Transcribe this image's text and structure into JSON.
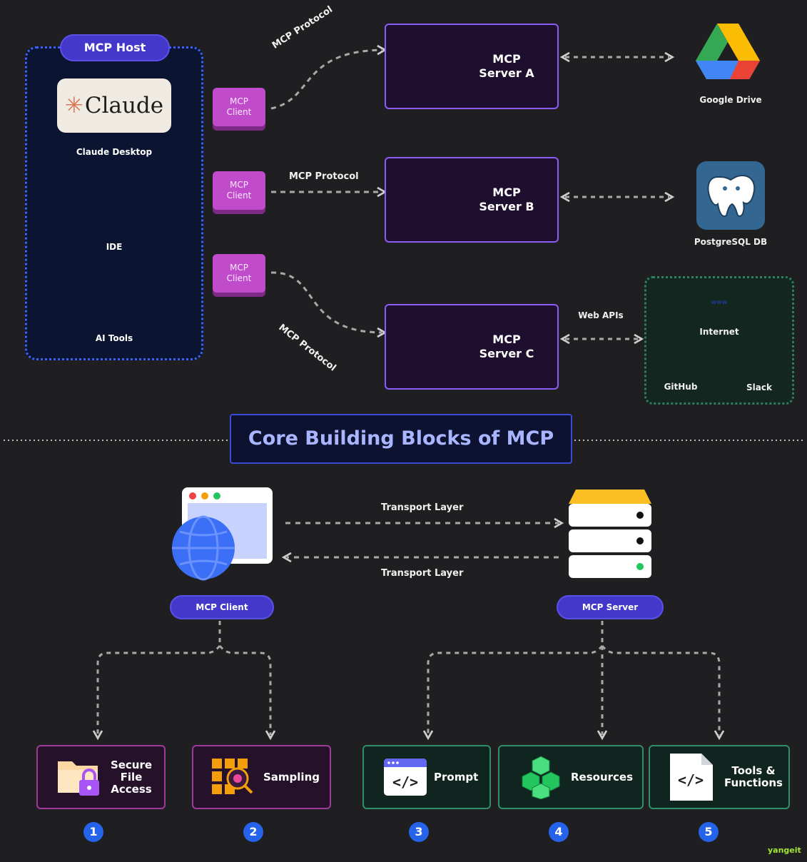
{
  "host": {
    "title": "MCP Host",
    "claude_logo": "Claude",
    "claude_desktop": "Claude Desktop",
    "ide": "IDE",
    "ai_tools": "AI Tools"
  },
  "clients": [
    "MCP\nClient",
    "MCP\nClient",
    "MCP\nClient"
  ],
  "protocol_labels": [
    "MCP Protocol",
    "MCP Protocol",
    "MCP Protocol"
  ],
  "servers": [
    "MCP\nServer A",
    "MCP\nServer B",
    "MCP\nServer C"
  ],
  "external": {
    "google_drive": "Google Drive",
    "postgres": "PostgreSQL DB",
    "web_apis": "Web APIs",
    "internet": "Internet",
    "github": "GitHub",
    "slack": "Slack",
    "www": "www"
  },
  "core_title": "Core Building Blocks of MCP",
  "transport": [
    "Transport Layer",
    "Transport Layer"
  ],
  "client_pill": "MCP Client",
  "server_pill": "MCP Server",
  "blocks": [
    {
      "label": "Secure\nFile\nAccess",
      "num": "1"
    },
    {
      "label": "Sampling",
      "num": "2"
    },
    {
      "label": "Prompt",
      "num": "3"
    },
    {
      "label": "Resources",
      "num": "4"
    },
    {
      "label": "Tools &\nFunctions",
      "num": "5"
    }
  ],
  "credit": "yangeit",
  "colors": {
    "background": "#1f1f21",
    "host_border": "#3b63f5",
    "client_chip": "#c04ccc",
    "server_border": "#8b5cf6",
    "title_text": "#a9b6ff",
    "number_badge": "#2563eb"
  },
  "icons": [
    "server-stack-icon",
    "google-drive-icon",
    "postgresql-elephant-icon",
    "globe-www-icon",
    "github-icon",
    "slack-icon",
    "monitor-icon",
    "ai-tools-icon",
    "browser-globe-icon",
    "folder-lock-icon",
    "sampling-grid-icon",
    "code-window-icon",
    "cubes-icon",
    "code-file-icon"
  ]
}
